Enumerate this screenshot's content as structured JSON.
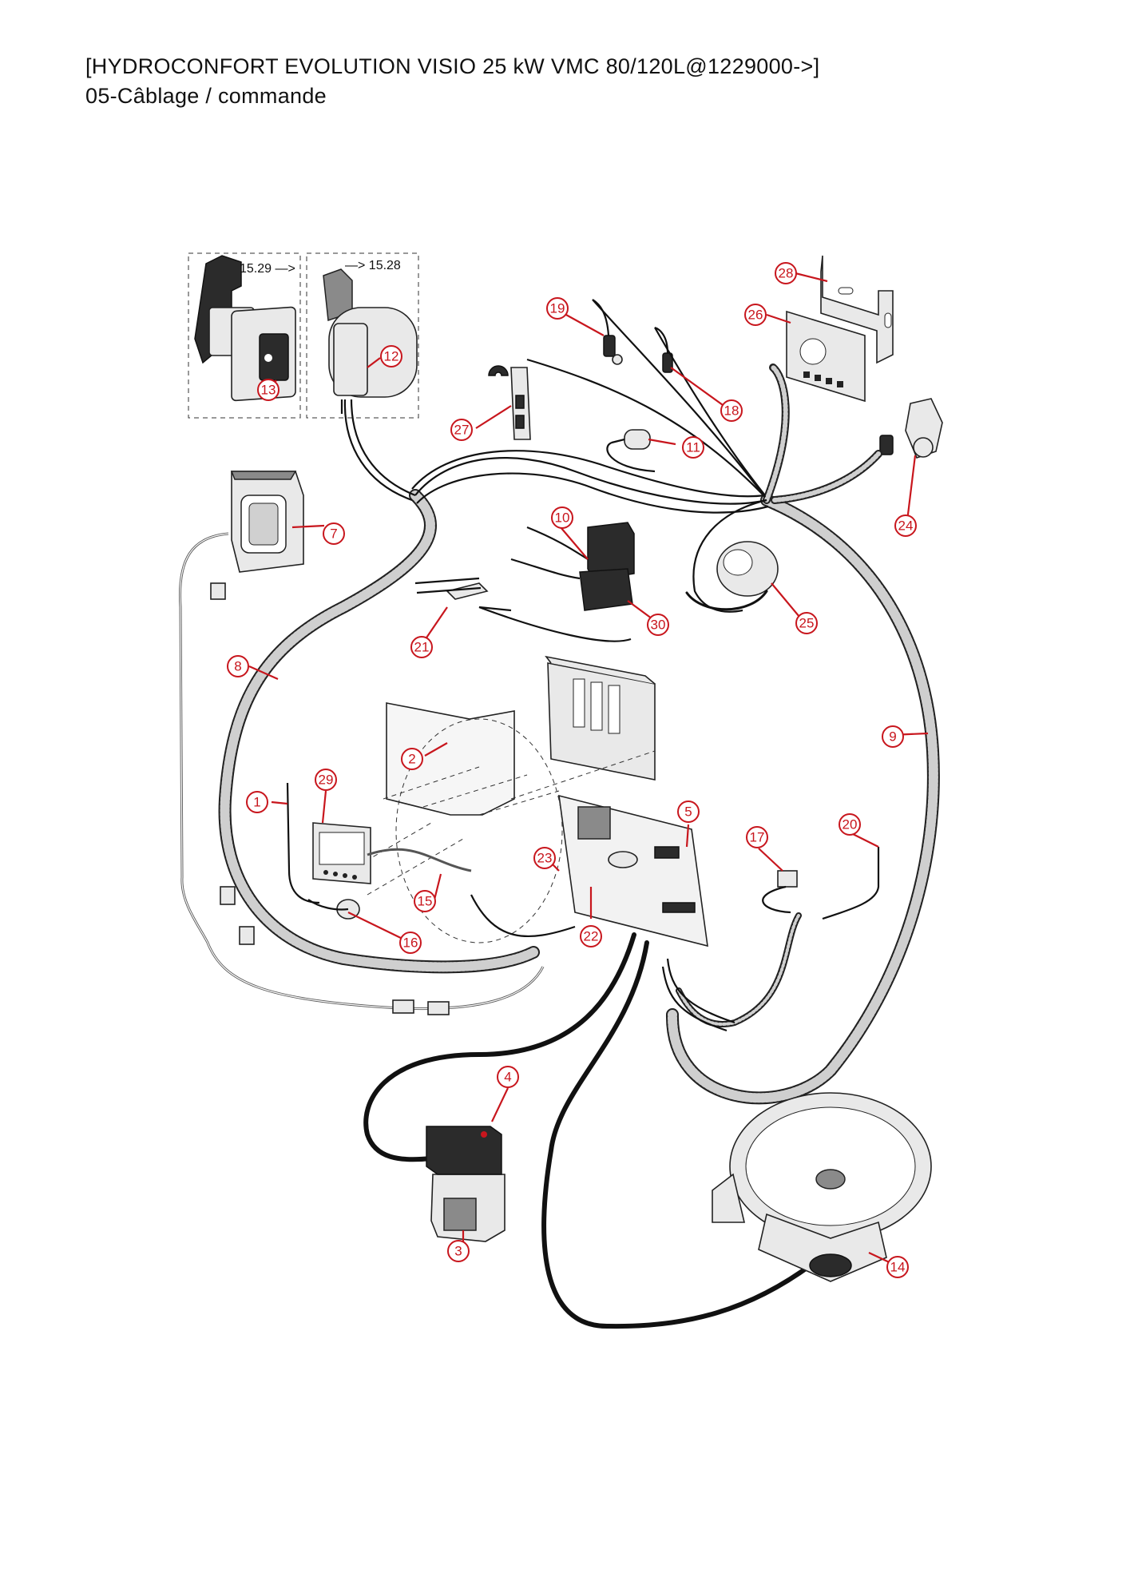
{
  "header": {
    "title": "[HYDROCONFORT EVOLUTION VISIO 25 kW VMC 80/120L@1229000->]",
    "subtitle": "05-Câblage / commande"
  },
  "references": {
    "left_box": "15.29 —>",
    "right_box": "—> 15.28"
  },
  "callouts": [
    "1",
    "2",
    "3",
    "4",
    "5",
    "7",
    "8",
    "9",
    "10",
    "11",
    "12",
    "13",
    "14",
    "15",
    "16",
    "17",
    "18",
    "19",
    "20",
    "21",
    "22",
    "23",
    "24",
    "25",
    "26",
    "27",
    "28",
    "29",
    "30"
  ],
  "colors": {
    "callout": "#c8161d",
    "line": "#222222"
  }
}
